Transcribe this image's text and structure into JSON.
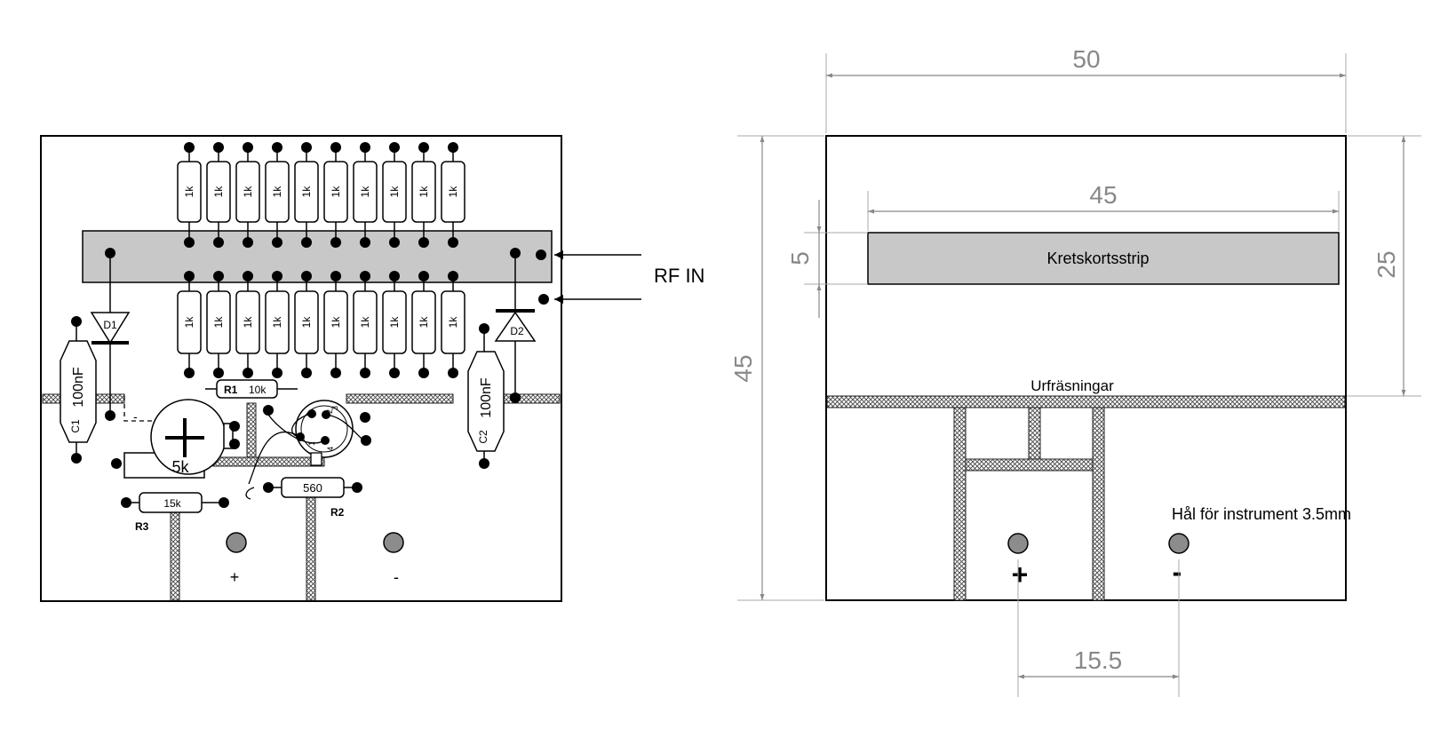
{
  "pcb": {
    "resistor_value": "1k",
    "rf_in": "RF IN",
    "d1": "D1",
    "d2": "D2",
    "c1_value": "100nF",
    "c1": "C1",
    "c2_value": "100nF",
    "c2": "C2",
    "r1": "R1",
    "r1_value": "10k",
    "pot_value": "5k",
    "r2_value": "560",
    "r2": "R2",
    "r3_value": "15k",
    "r3": "R3",
    "pin_1": "1",
    "pin_2": "2",
    "pin_3": "3",
    "pin_4": "4",
    "plus": "+",
    "minus": "-"
  },
  "drawing": {
    "dim_width": "50",
    "dim_strip_length": "45",
    "dim_strip_width": "5",
    "dim_height": "45",
    "dim_upper": "25",
    "dim_hole_spacing": "15.5",
    "strip_label": "Kretskortsstrip",
    "groove_label": "Urfräsningar",
    "hole_label": "Hål för instrument 3.5mm",
    "plus": "+",
    "minus": "-"
  },
  "colors": {
    "strip": "#c8c8c8",
    "hole": "#8c8c8c",
    "dimension": "#888888"
  }
}
